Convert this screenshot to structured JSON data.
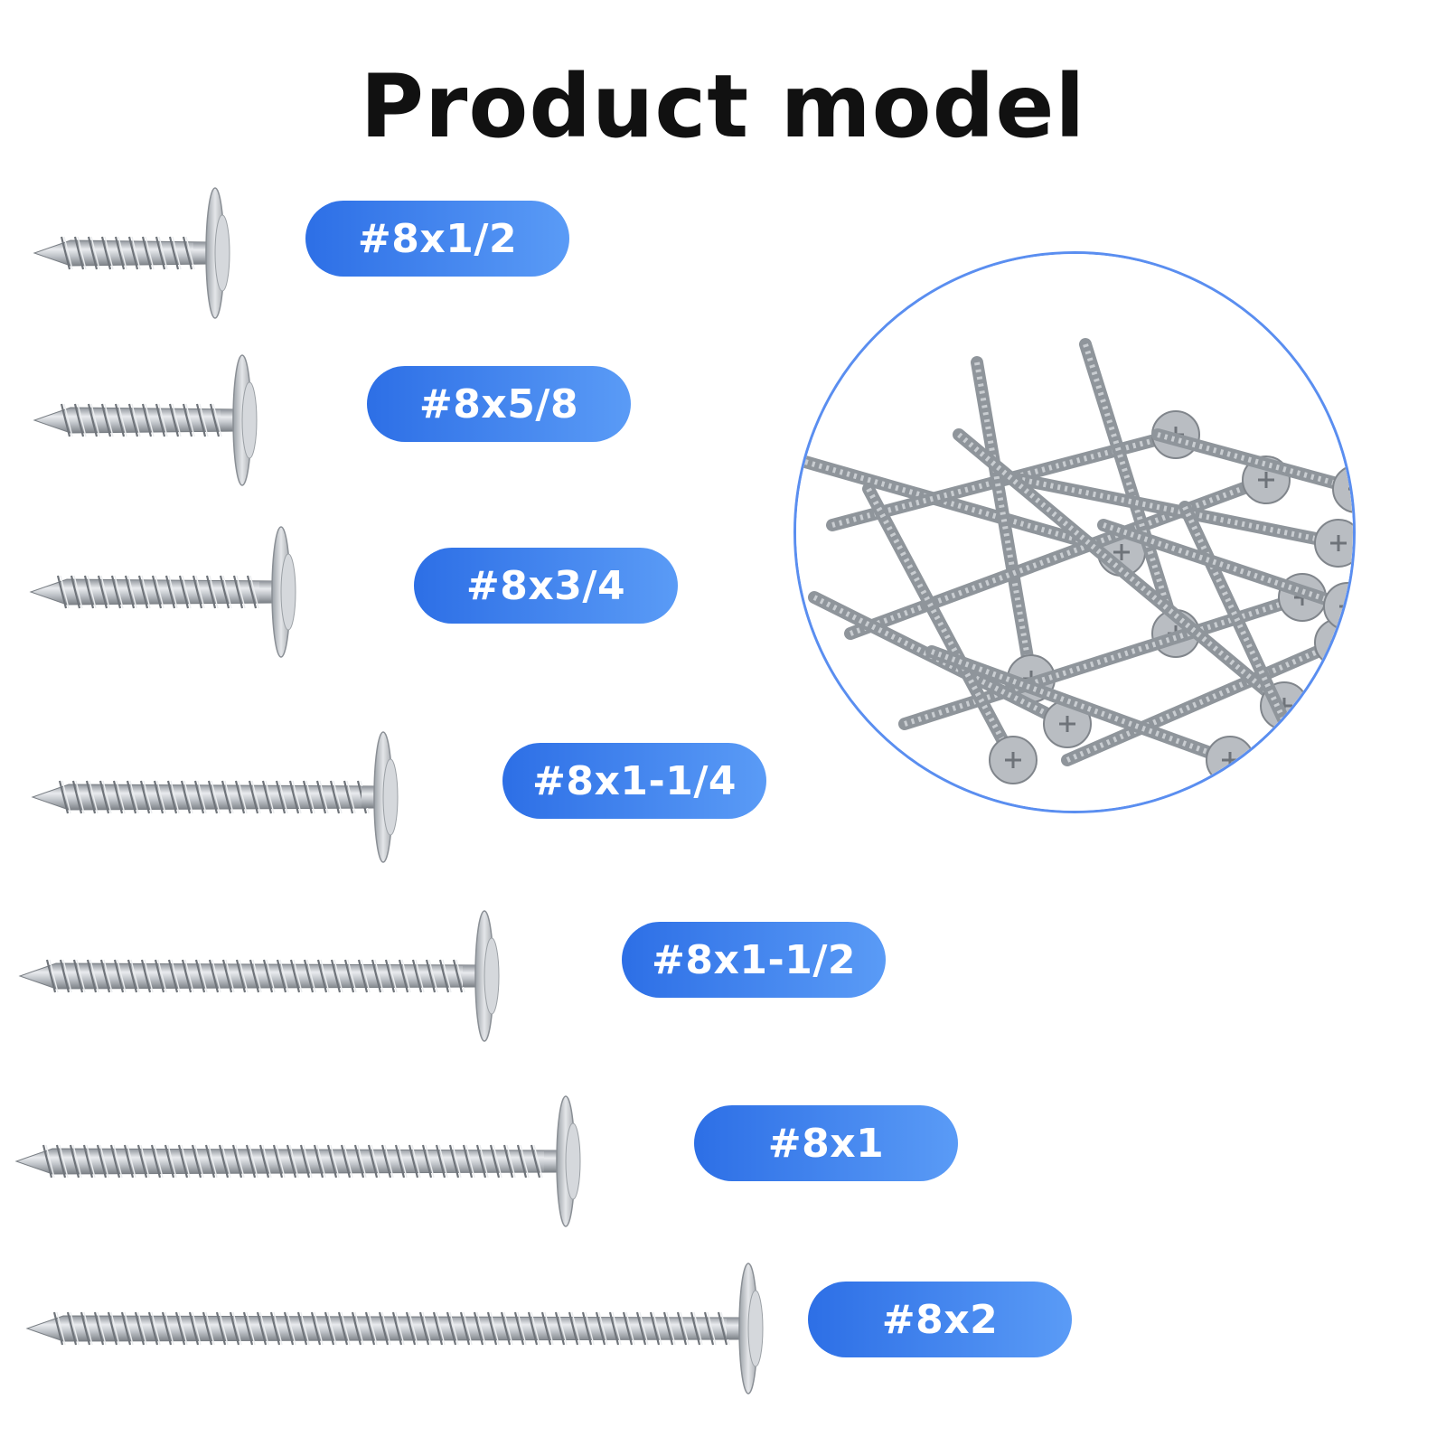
{
  "title": "Product model",
  "colors": {
    "pill_start": "#2d6fe6",
    "pill_end": "#5a9bf6",
    "circle_border": "#5a8ef0",
    "screw_metal": "#b8bcc2"
  },
  "models": [
    {
      "label": "#8x1/2"
    },
    {
      "label": "#8x5/8"
    },
    {
      "label": "#8x3/4"
    },
    {
      "label": "#8x1-1/4"
    },
    {
      "label": "#8x1-1/2"
    },
    {
      "label": "#8x1"
    },
    {
      "label": "#8x2"
    }
  ],
  "photo": {
    "icon": "screw-pile-photo"
  }
}
